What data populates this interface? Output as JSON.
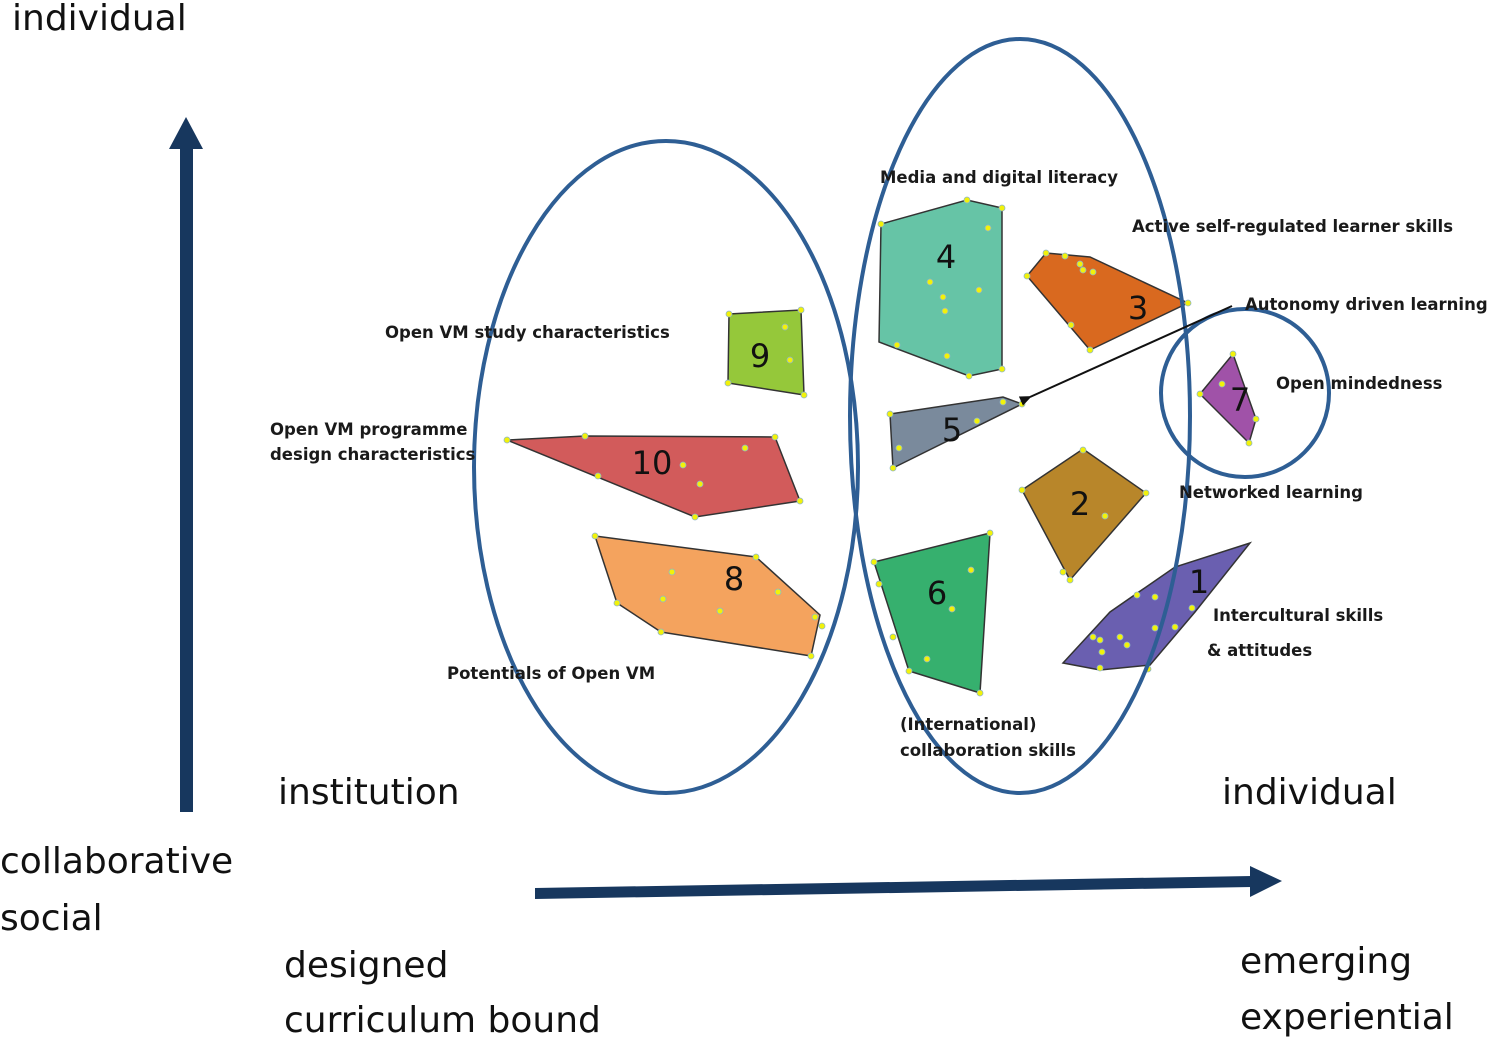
{
  "axes": {
    "vertical_top": "individual",
    "vertical_bottom": [
      "collaborative",
      "social"
    ],
    "horizontal_left": "institution",
    "horizontal_right": "individual",
    "horizontal_bottom_left": [
      "designed",
      "curriculum bound"
    ],
    "horizontal_bottom_right": [
      "emerging",
      "experiential"
    ],
    "arrow_color": "#17375e"
  },
  "ellipse_color": "#2e5e94",
  "clusters": [
    {
      "id": "1",
      "label": "Intercultural skills & attitudes",
      "label_lines": [
        "Intercultural skills",
        "& attitudes"
      ],
      "color": "#6a5fb0"
    },
    {
      "id": "2",
      "label": "Networked learning",
      "label_lines": [
        "Networked learning"
      ],
      "color": "#b8862a"
    },
    {
      "id": "3",
      "label": "Active self-regulated learner skills",
      "label_lines": [
        "Active self-regulated learner skills"
      ],
      "color": "#d9691f"
    },
    {
      "id": "4",
      "label": "Media and digital literacy",
      "label_lines": [
        "Media and digital literacy"
      ],
      "color": "#66c4a6"
    },
    {
      "id": "5",
      "label": "Autonomy driven learning",
      "label_lines": [
        "Autonomy driven learning"
      ],
      "color": "#7a8a9c"
    },
    {
      "id": "6",
      "label": "(International) collaboration skills",
      "label_lines": [
        "(International)",
        "collaboration skills"
      ],
      "color": "#36b06e"
    },
    {
      "id": "7",
      "label": "Open mindedness",
      "label_lines": [
        "Open mindedness"
      ],
      "color": "#a052a8"
    },
    {
      "id": "8",
      "label": "Potentials of Open VM",
      "label_lines": [
        "Potentials of Open VM"
      ],
      "color": "#f4a35e"
    },
    {
      "id": "9",
      "label": "Open VM study characteristics",
      "label_lines": [
        "Open VM study characteristics"
      ],
      "color": "#95c83a"
    },
    {
      "id": "10",
      "label": "Open VM programme design characteristics",
      "label_lines": [
        "Open VM programme",
        "design characteristics"
      ],
      "color": "#d25b5b"
    }
  ],
  "point_color": "#f2f20a"
}
